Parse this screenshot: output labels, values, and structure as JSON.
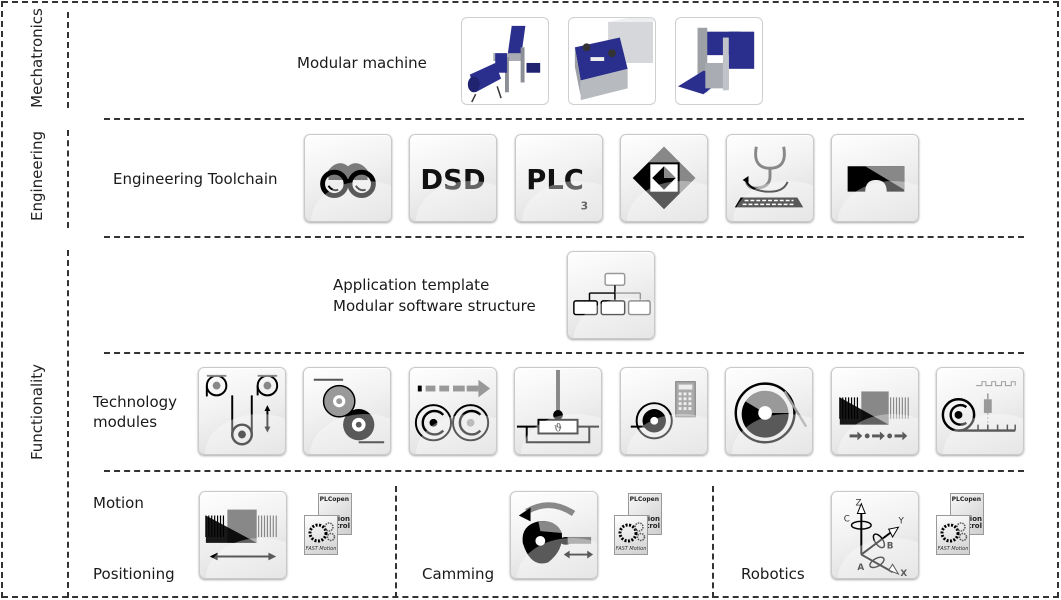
{
  "sections": {
    "mechatronics": "Mechatronics",
    "engineering": "Engineering",
    "functionality": "Functionality"
  },
  "rows": {
    "modular_machine": {
      "label": "Modular machine",
      "machines": [
        "folding-conveyor-machine",
        "enclosed-conveyor-machine",
        "roller-conveyor-machine"
      ],
      "accent_color": "#2a2e8c"
    },
    "engineering_toolchain": {
      "label": "Engineering Toolchain",
      "tools": [
        {
          "icon": "binoculars-icon",
          "text": ""
        },
        {
          "icon": "dsd-icon",
          "text": "DSD"
        },
        {
          "icon": "plc3-icon",
          "text": "PLC",
          "sub": "3"
        },
        {
          "icon": "diamond-blocks-icon",
          "text": ""
        },
        {
          "icon": "stethoscope-keyboard-icon",
          "text": ""
        },
        {
          "icon": "bridge-block-icon",
          "text": ""
        }
      ]
    },
    "application_template": {
      "line1": "Application template",
      "line2": "Modular software structure",
      "icon": "org-chart-icon"
    },
    "technology_modules": {
      "line1": "Technology",
      "line2": "modules",
      "modules": [
        "dancer-rollers-icon",
        "roller-pair-icon",
        "winder-arrow-icon",
        "temperature-control-icon",
        "winder-calculator-icon",
        "roll-diameter-icon",
        "spindle-motion-icon",
        "winder-registration-icon"
      ]
    },
    "motion": {
      "label": "Motion",
      "groups": [
        {
          "label": "Positioning",
          "icon": "positioning-icon"
        },
        {
          "label": "Camming",
          "icon": "camming-icon"
        },
        {
          "label": "Robotics",
          "icon": "robotics-icon",
          "axes": [
            "Z",
            "C",
            "Y",
            "B",
            "A",
            "X"
          ]
        }
      ],
      "badges": {
        "plcopen": "PLCopen",
        "motion_control_1": "otion",
        "motion_control_2": "ontrol",
        "fast_motion": "FAST Motion"
      }
    }
  }
}
